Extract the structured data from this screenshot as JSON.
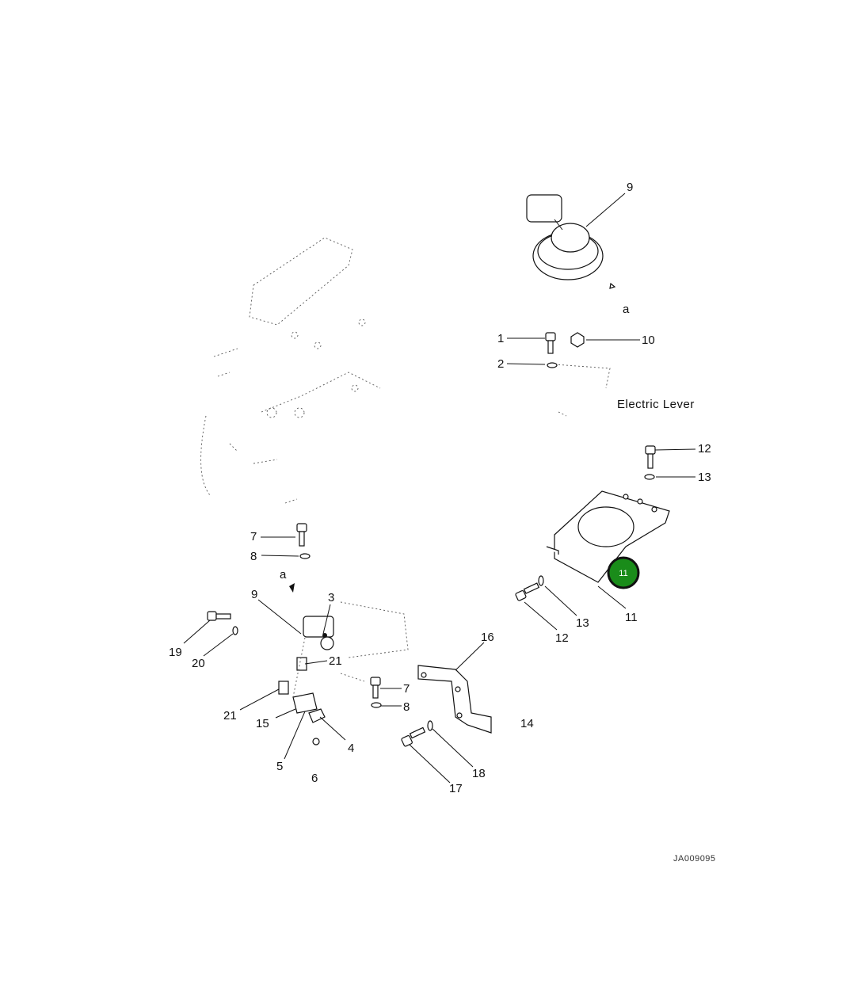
{
  "diagram": {
    "caption_electric_lever": "Electric Lever",
    "view_marker_top": "a",
    "view_marker_bottom": "a",
    "drawing_code": "JA009095",
    "hotspot": {
      "label": "11",
      "color": "#1a8c1a",
      "ring_color": "#111111"
    },
    "callouts": [
      {
        "id": "c9-top",
        "label": "9"
      },
      {
        "id": "c1",
        "label": "1"
      },
      {
        "id": "c10",
        "label": "10"
      },
      {
        "id": "c2",
        "label": "2"
      },
      {
        "id": "c12-top",
        "label": "12"
      },
      {
        "id": "c13-top",
        "label": "13"
      },
      {
        "id": "c11",
        "label": "11"
      },
      {
        "id": "c13-bot",
        "label": "13"
      },
      {
        "id": "c12-bot",
        "label": "12"
      },
      {
        "id": "c7-left",
        "label": "7"
      },
      {
        "id": "c8-left",
        "label": "8"
      },
      {
        "id": "c9-bot",
        "label": "9"
      },
      {
        "id": "c3",
        "label": "3"
      },
      {
        "id": "c19",
        "label": "19"
      },
      {
        "id": "c20",
        "label": "20"
      },
      {
        "id": "c21-top",
        "label": "21"
      },
      {
        "id": "c21-bot",
        "label": "21"
      },
      {
        "id": "c15",
        "label": "15"
      },
      {
        "id": "c4",
        "label": "4"
      },
      {
        "id": "c5",
        "label": "5"
      },
      {
        "id": "c6",
        "label": "6"
      },
      {
        "id": "c16",
        "label": "16"
      },
      {
        "id": "c7-mid",
        "label": "7"
      },
      {
        "id": "c8-mid",
        "label": "8"
      },
      {
        "id": "c14",
        "label": "14"
      },
      {
        "id": "c18",
        "label": "18"
      },
      {
        "id": "c17",
        "label": "17"
      }
    ]
  }
}
